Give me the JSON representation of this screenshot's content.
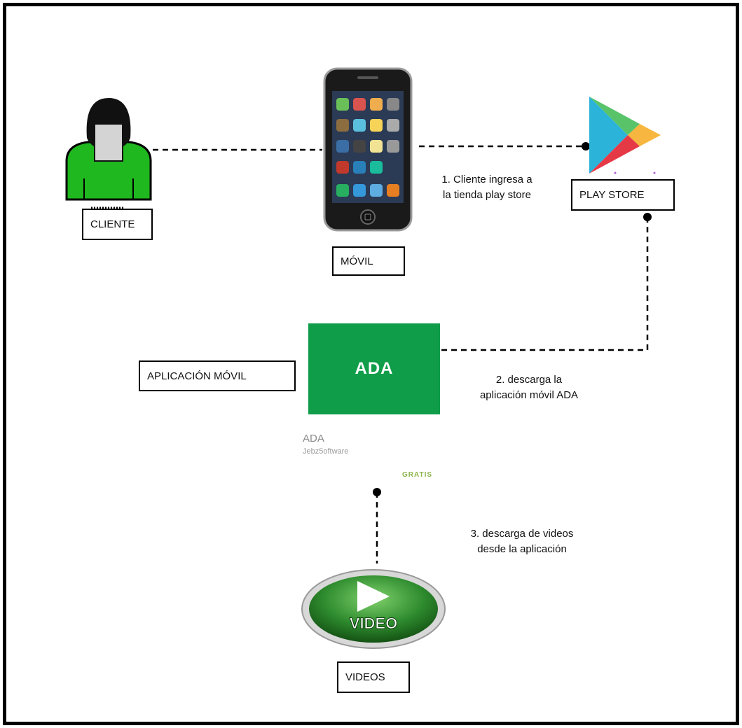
{
  "nodes": {
    "cliente": {
      "label": "CLIENTE"
    },
    "movil": {
      "label": "MÓVIL"
    },
    "play_store": {
      "label": "PLAY STORE"
    },
    "aplicacion": {
      "label": "APLICACIÓN MÓVIL"
    },
    "videos": {
      "label": "VIDEOS"
    }
  },
  "app_card": {
    "title": "ADA",
    "name": "ADA",
    "developer": "Jebz5oftware",
    "price": "GRATIS"
  },
  "steps": [
    {
      "line1": "1. Cliente ingresa a",
      "line2": "la tienda play store"
    },
    {
      "line1": "2. descarga la",
      "line2": "aplicación móvil ADA"
    },
    {
      "line1": "3. descarga de videos",
      "line2": "desde la aplicación"
    }
  ],
  "video_icon": {
    "text": "VIDEO"
  },
  "icons": [
    "person-icon",
    "smartphone-icon",
    "play-store-icon",
    "video-play-icon"
  ],
  "colors": {
    "person_green": "#1fb81f",
    "ada_green": "#109d4a",
    "video_green": "#2e8b2e",
    "line": "#000000"
  }
}
